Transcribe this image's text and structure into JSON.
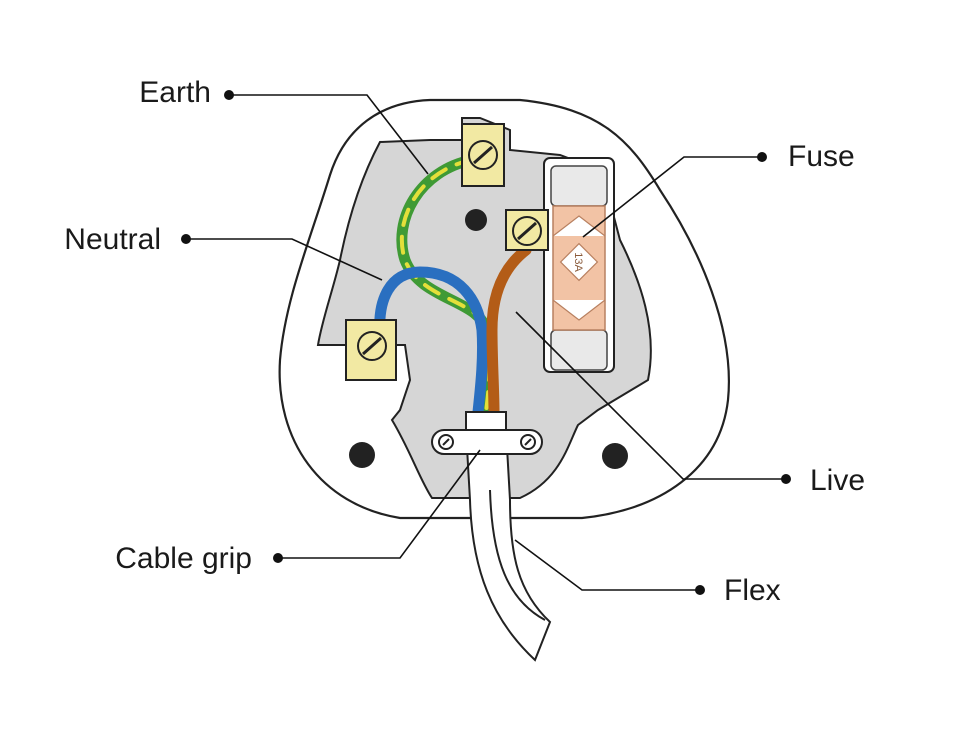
{
  "diagram": {
    "labels": {
      "earth": "Earth",
      "neutral": "Neutral",
      "cable_grip": "Cable grip",
      "fuse": "Fuse",
      "live": "Live",
      "flex": "Flex"
    },
    "fuse_rating": "13A"
  },
  "colors": {
    "earth_green": "#3f9a35",
    "earth_yellow": "#e4df3a",
    "neutral_blue": "#2a6fc0",
    "live_brown": "#b35c17",
    "terminal_yellow": "#f2e9a3",
    "body_white": "#ffffff",
    "interior_grey": "#d6d6d6",
    "fuse_pink": "#f2c3a5"
  }
}
